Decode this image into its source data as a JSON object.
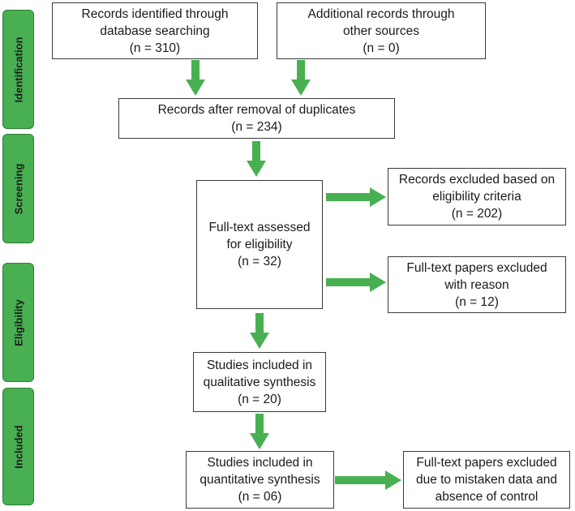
{
  "colors": {
    "accent_green": "#48b051",
    "box_border": "#3a3a3a"
  },
  "phases": {
    "identification": "Identification",
    "screening": "Screening",
    "eligibility": "Eligibility",
    "included": "Included"
  },
  "boxes": {
    "records_db": {
      "line1": "Records identified through",
      "line2": "database searching",
      "line3": "(n = 310)"
    },
    "records_other": {
      "line1": "Additional records through",
      "line2": "other sources",
      "line3": "(n = 0)"
    },
    "after_duplicates": {
      "line1": "Records after removal of duplicates",
      "line2": "(n = 234)"
    },
    "fulltext_assessed": {
      "line1": "Full-text assessed",
      "line2": "for eligibility",
      "line3": "(n = 32)"
    },
    "excluded_criteria": {
      "line1": "Records excluded based on",
      "line2": "eligibility criteria",
      "line3": "(n = 202)"
    },
    "excluded_reason": {
      "line1": "Full-text papers excluded",
      "line2": "with reason",
      "line3": "(n = 12)"
    },
    "qualitative": {
      "line1": "Studies included in",
      "line2": "qualitative synthesis",
      "line3": "(n = 20)"
    },
    "quantitative": {
      "line1": "Studies included in",
      "line2": "quantitative synthesis",
      "line3": "(n = 06)"
    },
    "excluded_mistaken": {
      "line1": "Full-text papers excluded",
      "line2": "due to mistaken data and",
      "line3": "absence of control"
    }
  }
}
